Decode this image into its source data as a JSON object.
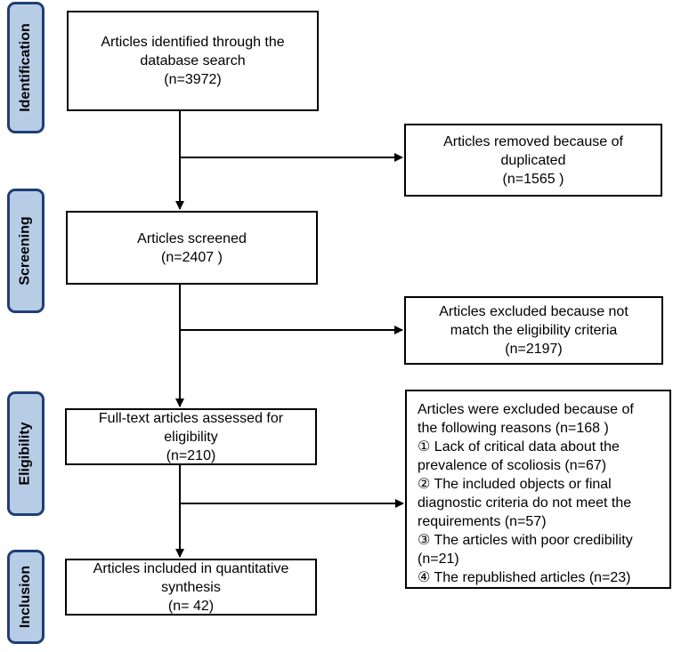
{
  "stages": [
    "Identification",
    "Screening",
    "Eligibility",
    "Inclusion"
  ],
  "main_boxes": [
    {
      "lines": [
        "Articles identified through the",
        "database search",
        "(n=3972)"
      ]
    },
    {
      "lines": [
        "Articles screened",
        "(n=2407 )"
      ]
    },
    {
      "lines": [
        "Full-text articles assessed for",
        "eligibility",
        "(n=210)"
      ]
    },
    {
      "lines": [
        "Articles included in quantitative",
        "synthesis",
        "(n= 42)"
      ]
    }
  ],
  "side_boxes": [
    {
      "lines": [
        "Articles removed because of",
        "duplicated",
        "(n=1565 )"
      ]
    },
    {
      "lines": [
        "Articles excluded because not",
        "match the eligibility criteria",
        "(n=2197)"
      ]
    },
    {
      "header": [
        "Articles were excluded because of",
        "the following reasons  (n=168 )"
      ],
      "lines": [
        "①  Lack of critical data about the",
        "prevalence of scoliosis  (n=67)",
        "② The included objects or final",
        "diagnostic criteria do not meet the",
        "requirements  (n=57)",
        "③ The articles with poor credibility",
        "(n=21)",
        "④ The republished articles   (n=23)"
      ]
    }
  ],
  "colors": {
    "stage_fill": "#b7cde6",
    "stage_border": "#1f3e78",
    "line": "#000000"
  }
}
